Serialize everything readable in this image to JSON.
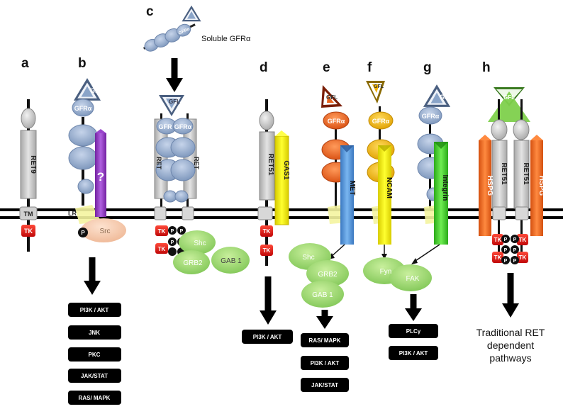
{
  "panel_labels": {
    "a": "a",
    "b": "b",
    "c": "c",
    "d": "d",
    "e": "e",
    "f": "f",
    "g": "g",
    "h": "h"
  },
  "soluble_label": "Soluble GFRα",
  "receptor": {
    "ret9": "RET9",
    "ret": "RET",
    "ret51": "RET51",
    "tm": "TM",
    "lr": "LR",
    "tk": "TK",
    "p": "P",
    "question": "?"
  },
  "ligand": {
    "gfl": "GFL",
    "gfra": "GFRα",
    "gfr": "GFR"
  },
  "coreceptor": {
    "gas1": "GAS1",
    "met": "MET",
    "ncam": "NCAM",
    "integrin": "Integrin",
    "hspg": "HSPG"
  },
  "adaptors": {
    "src": "Src",
    "shc": "Shc",
    "grb2": "GRB2",
    "gab1": "GAB 1",
    "fyn": "Fyn",
    "fak": "FAK"
  },
  "pathways": {
    "b": [
      "PI3K / AKT",
      "JNK",
      "PKC",
      "JAK/STAT",
      "RAS/ MAPK"
    ],
    "d": [
      "PI3K / AKT"
    ],
    "e": [
      "RAS/ MAPK",
      "PI3K / AKT",
      "JAK/STAT"
    ],
    "fg": [
      "PLCγ",
      "PI3K / AKT"
    ],
    "h": [
      "Traditional RET",
      "dependent",
      "pathways"
    ]
  },
  "colors": {
    "membrane": "#000000",
    "receptor": "#c8c8c8",
    "gfra": "#8ea6c8",
    "tk": "#e01010",
    "src": "#f5c6a8",
    "green": "#8cd06a",
    "orange": "#e8641e",
    "yellow": "#f2e600",
    "met": "#4a90d9",
    "integrin": "#3fcf2a",
    "purple": "#8a2fb8",
    "lr": "#f2f296",
    "gfl_gold": "#f0b000",
    "gfl_green": "#7ed04c"
  }
}
